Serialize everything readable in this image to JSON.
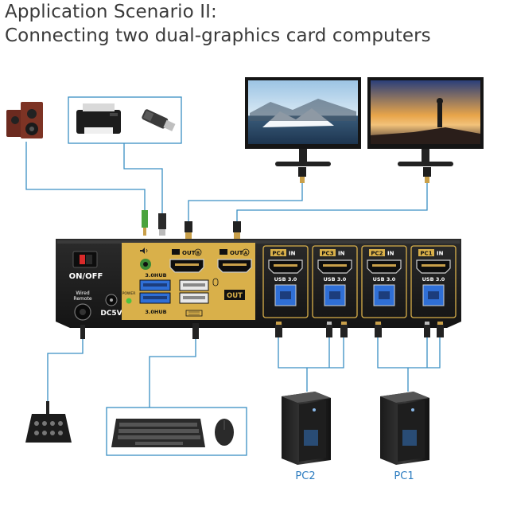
{
  "title": {
    "line1": "Application Scenario II:",
    "line2": "Connecting two dual-graphics card computers"
  },
  "device": {
    "power_switch_label": "ON/OFF",
    "remote_label_1": "Wired",
    "remote_label_2": "Remote",
    "dc_label": "DC5V",
    "power_led_label": "POWER",
    "hub_label_top": "3.0HUB",
    "hub_label_bottom": "3.0HUB",
    "out_b_label": "OUT",
    "out_b_letter": "B",
    "out_a_label": "OUT",
    "out_a_letter": "A",
    "out_badge": "OUT",
    "pc_inputs": [
      {
        "name": "PC4",
        "in": "IN",
        "usb": "USB 3.0"
      },
      {
        "name": "PC3",
        "in": "IN",
        "usb": "USB 3.0"
      },
      {
        "name": "PC2",
        "in": "IN",
        "usb": "USB 3.0"
      },
      {
        "name": "PC1",
        "in": "IN",
        "usb": "USB 3.0"
      }
    ]
  },
  "computers": [
    {
      "label": "PC2"
    },
    {
      "label": "PC1"
    }
  ],
  "colors": {
    "cable_line": "#3a8fc4",
    "gold_panel": "#d9b04a",
    "device_body": "#1e1e1e",
    "usb_blue": "#2f6fd6",
    "pc_label": "#2c7cc0"
  }
}
